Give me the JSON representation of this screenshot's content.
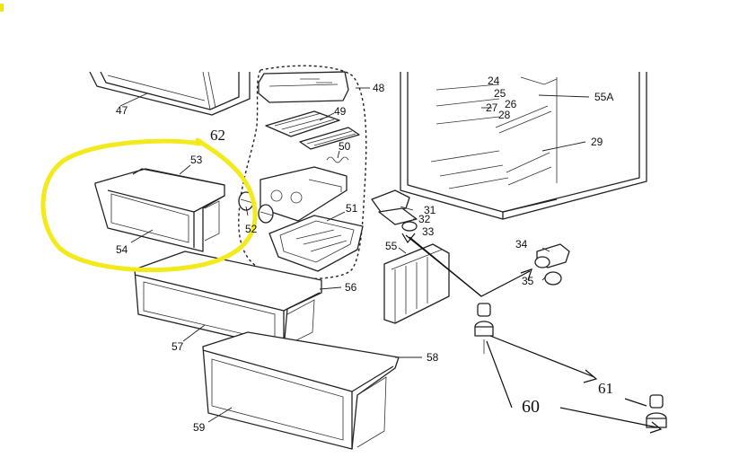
{
  "highlight_color": "#f2ea1c",
  "marker_color": "#f2e600",
  "callouts": {
    "c24": "24",
    "c25": "25",
    "c26": "26",
    "c27": "27",
    "c28": "28",
    "c29": "29",
    "c31": "31",
    "c32": "32",
    "c33": "33",
    "c34": "34",
    "c35": "35",
    "c47": "47",
    "c48": "48",
    "c49": "49",
    "c50": "50",
    "c51": "51",
    "c52": "52",
    "c53": "53",
    "c54": "54",
    "c55": "55",
    "c55a": "55A",
    "c56": "56",
    "c57": "57",
    "c58": "58",
    "c59": "59"
  },
  "handwritten": {
    "h60": "60",
    "h61": "61",
    "h62": "62"
  }
}
